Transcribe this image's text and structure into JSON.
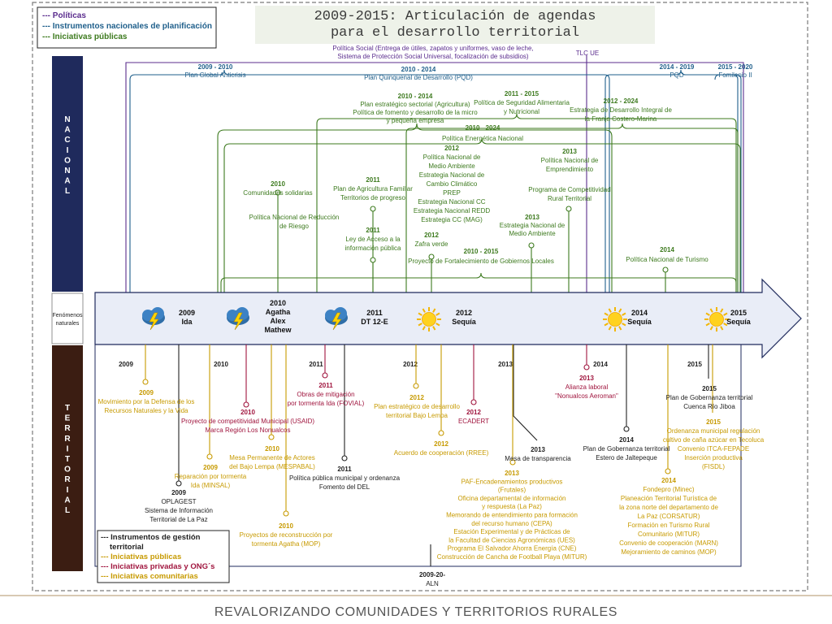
{
  "title": {
    "year": "2009-2015:",
    "line1": "Articulación de agendas",
    "line2": "para el desarrollo territorial"
  },
  "legend_top": [
    {
      "text": "--- Políticas",
      "color": "#5b2d8e"
    },
    {
      "text": "--- Instrumentos nacionales de planificación",
      "color": "#1f5f8b"
    },
    {
      "text": "--- Iniciativas públicas",
      "color": "#3d7a1e"
    }
  ],
  "legend_bottom": [
    {
      "text": "--- Instrumentos de gestión",
      "color": "#222222"
    },
    {
      "text": "territorial",
      "color": "#222222"
    },
    {
      "text": "--- Iniciativas públicas",
      "color": "#c79a00"
    },
    {
      "text": "--- Iniciativas privadas y ONG´s",
      "color": "#a0153e"
    },
    {
      "text": "--- Iniciativas comunitarias",
      "color": "#c79a00"
    }
  ],
  "side_labels": {
    "nacional": [
      "N",
      "A",
      "C",
      "I",
      "O",
      "N",
      "A",
      "L"
    ],
    "fenomenos": [
      "Fenómenos",
      "naturales"
    ],
    "territorial": [
      "T",
      "E",
      "R",
      "R",
      "I",
      "T",
      "O",
      "R",
      "I",
      "A",
      "L"
    ]
  },
  "footer": "REVALORIZANDO COMUNIDADES Y TERRITORIOS RURALES",
  "colors": {
    "policy": "#5b2d8e",
    "plan": "#1f5f8b",
    "public": "#3d7a1e",
    "gold": "#b8860b",
    "private": "#a0153e",
    "community": "#c79a00",
    "dark": "#222222",
    "navy": "#1f2a5c",
    "brown": "#3b1d12",
    "arrow": "#e9edf7"
  },
  "phenomena": [
    {
      "icon": "storm-icon",
      "lines": [
        "2009",
        "Ida"
      ]
    },
    {
      "icon": "storm-icon",
      "lines": [
        "2010",
        "Agatha",
        "Alex",
        "Mathew"
      ]
    },
    {
      "icon": "storm-icon",
      "lines": [
        "2011",
        "DT 12-E"
      ]
    },
    {
      "icon": "sun-icon",
      "lines": [
        "2012",
        "Sequía"
      ]
    },
    {
      "icon": "sun-icon",
      "lines": [
        "2014",
        "Sequía"
      ]
    },
    {
      "icon": "sun-icon",
      "lines": [
        "2015",
        "Sequía"
      ]
    }
  ],
  "timeline_years": [
    "2009",
    "2010",
    "2011",
    "2012",
    "2013",
    "2014",
    "2015"
  ],
  "nacional_items": [
    {
      "cat": "policy",
      "lines": [
        "Política Social (Entrega de útiles, zapatos y uniformes, vaso de leche,",
        "Sistema de Protección Social Universal, focalización de subsidios)"
      ]
    },
    {
      "cat": "policy",
      "lines": [
        "TLC UE"
      ]
    },
    {
      "cat": "plan",
      "lines": [
        "2009 - 2010",
        "Plan Global Anticrisis"
      ]
    },
    {
      "cat": "plan",
      "lines": [
        "2010 - 2014",
        "Plan Quinquenal de Desarrollo (PQD)"
      ]
    },
    {
      "cat": "plan",
      "lines": [
        "2014 - 2019",
        "PQD"
      ]
    },
    {
      "cat": "plan",
      "lines": [
        "2015 - 2020",
        "Fomilenio II"
      ]
    },
    {
      "cat": "public",
      "lines": [
        "2010 - 2014",
        "Plan estratégico sectorial (Agricultura)",
        "Política de fomento y desarrollo de la micro",
        "y pequeña empresa"
      ]
    },
    {
      "cat": "public",
      "lines": [
        "2011 - 2015",
        "Política de Seguridad Alimentaria",
        "y Nutricional"
      ]
    },
    {
      "cat": "public",
      "lines": [
        "2012 - 2024",
        "Estrategia de Desarrollo Integral de",
        "la Franja Costero-Marina"
      ]
    },
    {
      "cat": "public",
      "lines": [
        "2010 - 2024",
        "Política Energética Nacional"
      ]
    },
    {
      "cat": "public",
      "lines": [
        "2012",
        "Política Nacional de",
        "Medio Ambiente",
        "Estrategia Nacional de",
        "Cambio Climático",
        "PREP",
        "Estrategia Nacional CC",
        "Estrategia Nacional REDD",
        "Estrategia CC (MAG)"
      ]
    },
    {
      "cat": "public",
      "lines": [
        "2013",
        "Política Nacional de",
        "Emprendimiento"
      ]
    },
    {
      "cat": "public",
      "lines": [
        "Programa de Competitividad",
        "Rural Territorial"
      ]
    },
    {
      "cat": "public",
      "lines": [
        "2010",
        "Comunidades solidarias"
      ]
    },
    {
      "cat": "public",
      "lines": [
        "Política Nacional de Reducción",
        "de Riesgo"
      ]
    },
    {
      "cat": "public",
      "lines": [
        "2011",
        "Plan de Agricultura Familiar",
        "Territorios de progreso"
      ]
    },
    {
      "cat": "public",
      "lines": [
        "2011",
        "Ley de Acceso a la",
        "información pública"
      ]
    },
    {
      "cat": "public",
      "lines": [
        "2012",
        "Zafra verde"
      ]
    },
    {
      "cat": "public",
      "lines": [
        "2013",
        "Estrategia Nacional de",
        "Medio Ambiente"
      ]
    },
    {
      "cat": "public",
      "lines": [
        "2010 - 2015",
        "Proyecto de Fortalecimiento de Gobiernos Locales"
      ]
    },
    {
      "cat": "public",
      "lines": [
        "2014",
        "Política Nacional de Turismo"
      ]
    }
  ],
  "territorial_items": [
    {
      "cat": "community",
      "lines": [
        "2009",
        "Movimiento por la Defensa de los",
        "Recursos Naturales y la Vida"
      ]
    },
    {
      "cat": "private",
      "lines": [
        "2010",
        "Proyecto de competitividad Municipal (USAID)",
        "Marca Región Los Nonualcos"
      ]
    },
    {
      "cat": "private",
      "lines": [
        "2011",
        "Obras de mitigación",
        "por tormenta Ida (FOVIAL)"
      ]
    },
    {
      "cat": "community",
      "lines": [
        "2012",
        "Plan estratégico de desarrollo",
        "territorial Bajo Lempa"
      ]
    },
    {
      "cat": "private",
      "lines": [
        "2012",
        "ECADERT"
      ]
    },
    {
      "cat": "community",
      "lines": [
        "2010",
        "Mesa Permanente de Actores",
        "del Bajo Lempa (MESPABAL)"
      ]
    },
    {
      "cat": "community",
      "lines": [
        "2009",
        "Reparación por tormenta",
        "Ida (MINSAL)"
      ]
    },
    {
      "cat": "dark",
      "lines": [
        "2009",
        "OPLAGEST",
        "Sistema de Información",
        "Territorial de La Paz"
      ]
    },
    {
      "cat": "dark",
      "lines": [
        "2011",
        "Política pública municipal y ordenanza",
        "Fomento del DEL"
      ]
    },
    {
      "cat": "community",
      "lines": [
        "2010",
        "Proyectos de reconstrucción por",
        "tormenta Agatha (MOP)"
      ]
    },
    {
      "cat": "community",
      "lines": [
        "2012",
        "Acuerdo de cooperación (RREE)"
      ]
    },
    {
      "cat": "dark",
      "lines": [
        "2013",
        "Mesa de transparencia"
      ]
    },
    {
      "cat": "community",
      "lines": [
        "2013",
        "PAF-Encadenamientos productivos",
        "(Frutales)",
        "Oficina departamental de información",
        "y respuesta (La Paz)",
        "Memorando de entendimiento para formación",
        "del recurso humano (CEPA)",
        "Estación Experimental y de Prácticas de",
        "la Facultad de Ciencias Agronómicas (UES)",
        "Programa El Salvador Ahorra Energía (CNE)",
        "Construcción de Cancha de Football Playa (MITUR)"
      ]
    },
    {
      "cat": "private",
      "lines": [
        "2013",
        "Alianza laboral",
        "\"Nonualcos Aeroman\""
      ]
    },
    {
      "cat": "dark",
      "lines": [
        "2014",
        "Plan de Gobernanza territorial",
        "Estero de Jaltepeque"
      ]
    },
    {
      "cat": "dark",
      "lines": [
        "2015",
        "Plan de Gobernanza territorial",
        "Cuenca Río Jiboa"
      ]
    },
    {
      "cat": "community",
      "lines": [
        "2015",
        "Ordenanza municipal regulación",
        "cultivo de caña azúcar en Tecoluca",
        "Convenio ITCA-FEPADE",
        "Inserción productiva",
        "(FISDL)"
      ]
    },
    {
      "cat": "community",
      "lines": [
        "2014",
        "Fondepro (Minec)",
        "Planeación Territorial Turística de",
        "la zona norte del departamento de",
        "La Paz (CORSATUR)",
        "Formación en Turismo Rural",
        "Comunitario (MITUR)",
        "Convenio de cooperación (MARN)",
        "Mejoramiento de caminos (MOP)"
      ]
    },
    {
      "cat": "dark",
      "lines": [
        "2009-20-",
        "ALN"
      ]
    }
  ]
}
